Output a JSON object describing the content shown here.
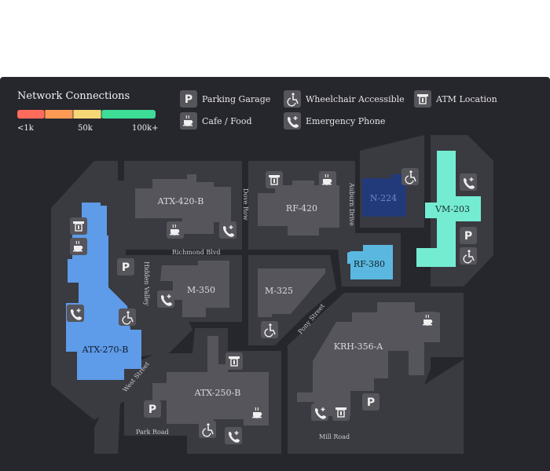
{
  "legend": {
    "title": "Network Connections",
    "scale_ticks": [
      "<1k",
      "50k",
      "100k+"
    ],
    "scale_colors": [
      "#ff6b5b",
      "#ff9a55",
      "#f5d775",
      "#3ddc97"
    ],
    "items": [
      {
        "icon": "parking-icon",
        "label": "Parking Garage"
      },
      {
        "icon": "wheelchair-icon",
        "label": "Wheelchair Accessible"
      },
      {
        "icon": "atm-icon",
        "label": "ATM Location"
      },
      {
        "icon": "cafe-icon",
        "label": "Cafe / Food"
      },
      {
        "icon": "emergency-phone-icon",
        "label": "Emergency Phone"
      }
    ]
  },
  "colors": {
    "panel": "#26262d",
    "block": "#3a3a41",
    "building": "#55555b",
    "highlight_blue": "#5e9be8",
    "highlight_navy": "#233a7a",
    "highlight_cyan": "#5ab8e0",
    "highlight_mint": "#74ecd2"
  },
  "streets": [
    "Richmond Blvd",
    "Hidden Valley",
    "Dove Row",
    "Auburn Drive",
    "Pony Street",
    "West Street",
    "Park Road",
    "Mill Road"
  ],
  "buildings": [
    {
      "id": "atx420b",
      "label": "ATX-420-B"
    },
    {
      "id": "rf420",
      "label": "RF-420"
    },
    {
      "id": "n224",
      "label": "N-224"
    },
    {
      "id": "vm203",
      "label": "VM-203"
    },
    {
      "id": "rf380",
      "label": "RF-380"
    },
    {
      "id": "m350",
      "label": "M-350"
    },
    {
      "id": "m325",
      "label": "M-325"
    },
    {
      "id": "krh356a",
      "label": "KRH-356-A"
    },
    {
      "id": "atx270b",
      "label": "ATX-270-B"
    },
    {
      "id": "atx250b",
      "label": "ATX-250-B"
    }
  ]
}
